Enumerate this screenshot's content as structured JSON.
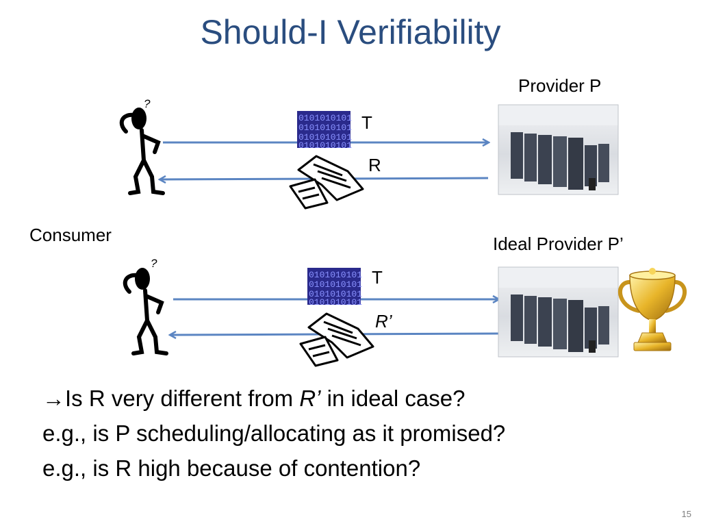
{
  "slide": {
    "title": "Should-I Verifiability",
    "page_number": "15"
  },
  "diagram": {
    "provider_label": "Provider P",
    "ideal_provider_label": "Ideal Provider P’",
    "consumer_label": "Consumer",
    "top": {
      "request_label": "T",
      "response_label": "R"
    },
    "bottom": {
      "request_label": "T",
      "response_label": "R’"
    },
    "question_mark": "?",
    "binary_text": "0101010101",
    "colors": {
      "arrow": "#5b85c2",
      "title": "#2a4d7f",
      "binary_bg": "#2a2a8c",
      "binary_fg": "#8a92ff",
      "gold": "#e8b52a"
    }
  },
  "bullets": [
    {
      "arrow": "→",
      "pre": "Is R very different from ",
      "italic": "R’",
      "post": " in ideal case?"
    },
    {
      "text": "e.g., is P scheduling/allocating as it promised?"
    },
    {
      "text": "e.g., is R high because of contention?"
    }
  ]
}
